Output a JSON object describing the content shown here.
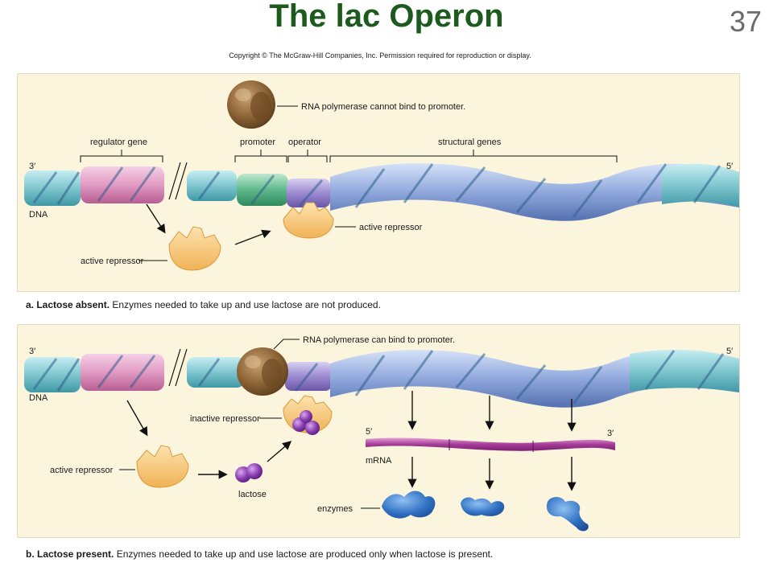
{
  "title": "The lac Operon",
  "slide_number": "37",
  "copyright": "Copyright © The McGraw-Hill Companies, Inc. Permission required for reproduction or display.",
  "panel_a": {
    "labels": {
      "rna_pol_note": "RNA polymerase cannot bind to promoter.",
      "regulator_gene": "regulator gene",
      "promoter": "promoter",
      "operator": "operator",
      "structural_genes": "structural genes",
      "end_left": "3′",
      "end_right": "5′",
      "dna": "DNA",
      "active_repressor_bound": "active repressor",
      "active_repressor_free": "active repressor"
    },
    "caption_bold": "a. Lactose absent.",
    "caption_rest": " Enzymes needed to take up and use lactose are not produced."
  },
  "panel_b": {
    "labels": {
      "rna_pol_note": "RNA polymerase can bind to promoter.",
      "end_left": "3′",
      "end_right": "5′",
      "dna": "DNA",
      "inactive_repressor": "inactive repressor",
      "active_repressor": "active repressor",
      "lactose": "lactose",
      "mrna": "mRNA",
      "mrna_5": "5′",
      "mrna_3": "3′",
      "enzymes": "enzymes"
    },
    "caption_bold": "b. Lactose present.",
    "caption_rest": " Enzymes needed to take up and use lactose are produced only when lactose is present."
  },
  "colors": {
    "title": "#1d5a1d",
    "panel_bg": "#fbf5dd",
    "dna_teal": "#7fc6cf",
    "regulator_pink": "#e19ac3",
    "promoter_green": "#5fb88c",
    "operator_purple": "#9c8ad0",
    "structural_blue": "#8fa8dc",
    "repressor_orange": "#f6c67a",
    "rna_polymerase_brown": "#8a6234",
    "lactose_purple": "#8a3fb0",
    "mrna_magenta": "#a63c98",
    "enzyme_blue": "#2f6fc2"
  }
}
